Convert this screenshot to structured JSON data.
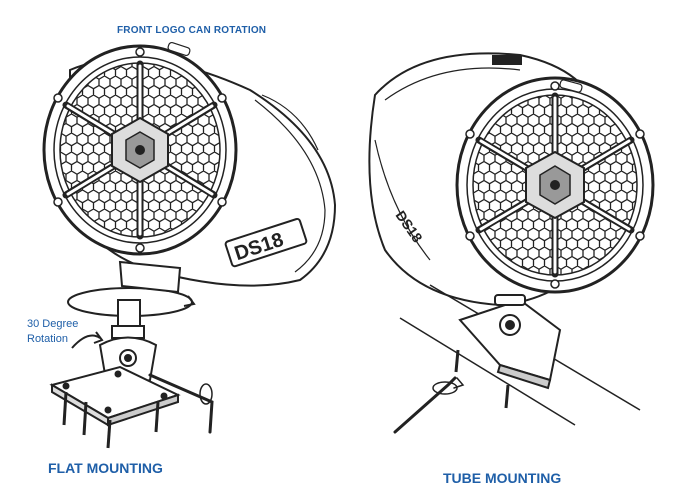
{
  "labels": {
    "front_logo": "FRONT LOGO CAN ROTATION",
    "rotation_line1": "30 Degree",
    "rotation_line2": "Rotation",
    "flat_mounting": "FLAT MOUNTING",
    "tube_mounting": "TUBE MOUNTING"
  },
  "colors": {
    "label_blue": "#1f5fa8",
    "line": "#222222",
    "grille_fill": "#e6e6e6"
  },
  "icons": [
    "speaker-pod",
    "honeycomb-grille",
    "rotation-arrow",
    "hex-key",
    "mounting-plate",
    "tube-clamp"
  ]
}
